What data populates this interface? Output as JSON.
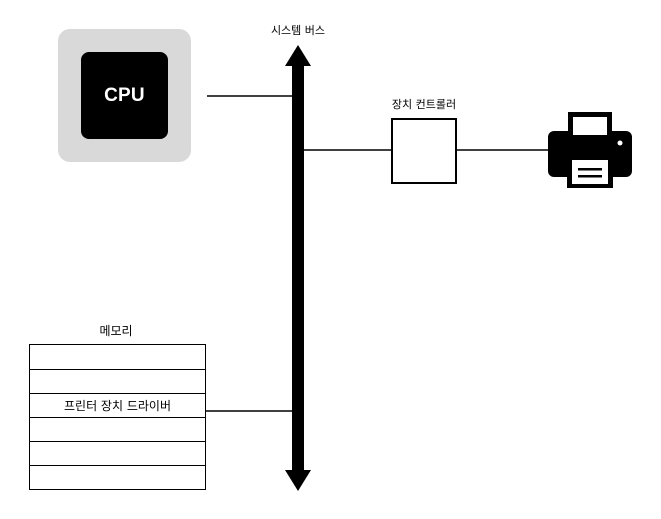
{
  "cpu": {
    "label": "CPU"
  },
  "system_bus": {
    "label": "시스템 버스"
  },
  "device_controller": {
    "label": "장치 컨트롤러"
  },
  "memory": {
    "label": "메모리",
    "cells": [
      "",
      "",
      "프린터 장치 드라이버",
      "",
      "",
      ""
    ]
  },
  "printer": {
    "icon": "printer-icon"
  },
  "colors": {
    "cpu_outer": "#d9d9d9",
    "cpu_chip": "#000000",
    "line": "#000000"
  }
}
